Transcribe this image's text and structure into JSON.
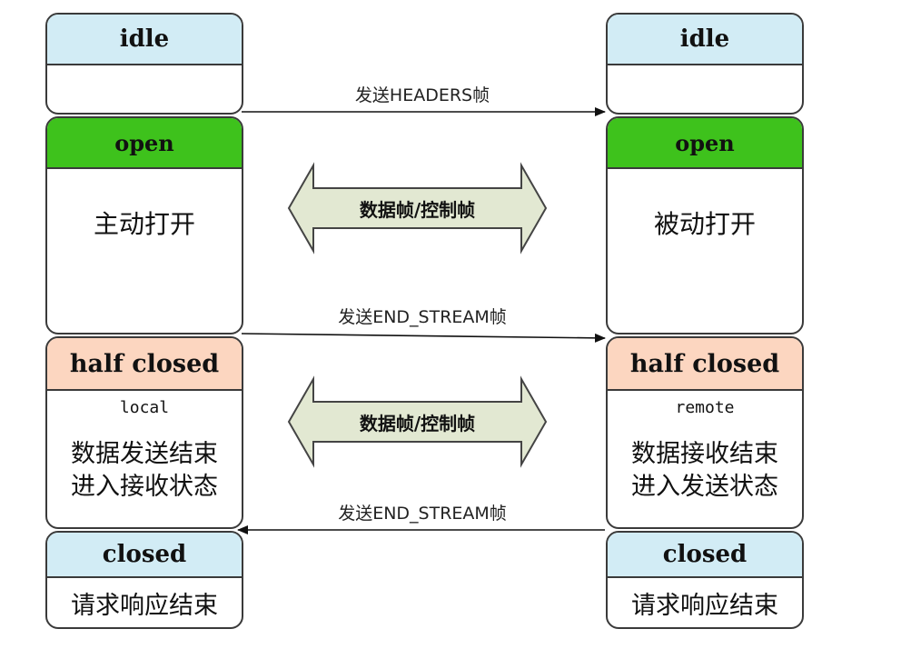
{
  "left": {
    "idle": "idle",
    "open": "open",
    "open_desc": "主动打开",
    "half_closed": "half closed",
    "half_sub": "local",
    "half_desc_1": "数据发送结束",
    "half_desc_2": "进入接收状态",
    "closed": "closed",
    "closed_desc": "请求响应结束"
  },
  "right": {
    "idle": "idle",
    "open": "open",
    "open_desc": "被动打开",
    "half_closed": "half closed",
    "half_sub": "remote",
    "half_desc_1": "数据接收结束",
    "half_desc_2": "进入发送状态",
    "closed": "closed",
    "closed_desc": "请求响应结束"
  },
  "messages": {
    "headers": "发送HEADERS帧",
    "end_stream_1": "发送END_STREAM帧",
    "end_stream_2": "发送END_STREAM帧",
    "data_control_1": "数据帧/控制帧",
    "data_control_2": "数据帧/控制帧"
  },
  "colors": {
    "idle": "#d2ecf5",
    "open": "#3ec21c",
    "half_closed": "#fcd6c0",
    "closed": "#d2ecf5",
    "double_arrow": "#e2e8d2"
  }
}
